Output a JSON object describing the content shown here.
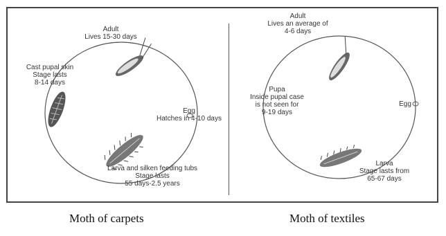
{
  "carpet": {
    "adult": [
      "Adult",
      "Lives 15-30 days"
    ],
    "pupa": [
      "Cast pupal skin",
      "Stage lasts",
      "8-14 days"
    ],
    "egg": [
      "Egg",
      "Hatches in 4-10 days"
    ],
    "larva": [
      "Larva and silken feeding tubs",
      "Stage lasts",
      "55 days-2.5 years"
    ],
    "caption": "Moth of carpets"
  },
  "textile": {
    "adult": [
      "Adult",
      "Lives an average of",
      "4-6 days"
    ],
    "pupa": [
      "Pupa",
      "Inside pupal case",
      "is not seen for",
      "9-19 days"
    ],
    "egg": [
      "Egg"
    ],
    "larva": [
      "Larva",
      "Stage lasts from",
      "65-67 days"
    ],
    "caption": "Moth of textiles"
  }
}
